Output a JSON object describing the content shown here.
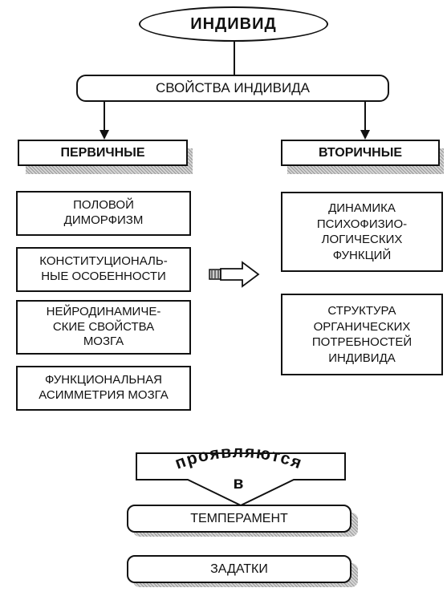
{
  "root": {
    "title": "ИНДИВИД"
  },
  "properties": {
    "label": "СВОЙСТВА ИНДИВИДА"
  },
  "primary": {
    "header": "ПЕРВИЧНЫЕ",
    "items": [
      "ПОЛОВОЙ\nДИМОРФИЗМ",
      "КОНСТИТУЦИОНАЛЬ-\nНЫЕ ОСОБЕННОСТИ",
      "НЕЙРОДИНАМИЧЕ-\nСКИЕ  СВОЙСТВА\nМОЗГА",
      "ФУНКЦИОНАЛЬНАЯ\nАСИММЕТРИЯ МОЗГА"
    ]
  },
  "secondary": {
    "header": "ВТОРИЧНЫЕ",
    "items": [
      "ДИНАМИКА\nПСИХОФИЗИО-\nЛОГИЧЕСКИХ\nФУНКЦИЙ",
      "СТРУКТУРА\nОРГАНИЧЕСКИХ\nПОТРЕБНОСТЕЙ\nИНДИВИДА"
    ]
  },
  "manifest": {
    "line1": "проявляются",
    "line2": "в"
  },
  "outcomes": [
    "ТЕМПЕРАМЕНТ",
    "ЗАДАТКИ"
  ]
}
